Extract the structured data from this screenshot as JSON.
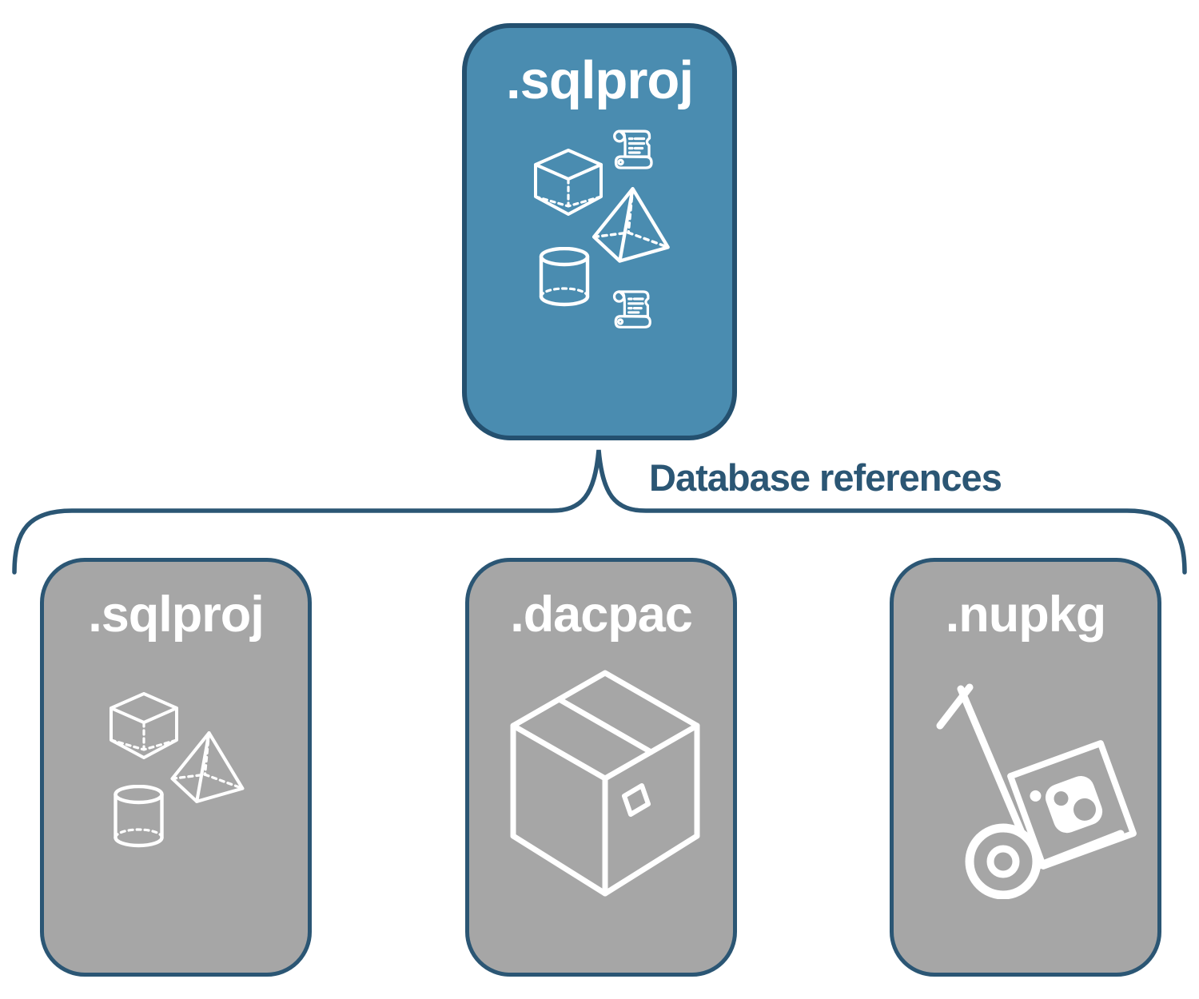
{
  "diagram": {
    "root": {
      "label": ".sqlproj",
      "icons": [
        "scroll-icon",
        "cube-3d-icon",
        "pyramid-3d-icon",
        "cylinder-3d-icon",
        "scroll-icon"
      ]
    },
    "connector": {
      "label": "Database references"
    },
    "children": [
      {
        "label": ".sqlproj",
        "icons": [
          "cube-3d-icon",
          "pyramid-3d-icon",
          "cylinder-3d-icon"
        ]
      },
      {
        "label": ".dacpac",
        "icons": [
          "package-box-icon"
        ]
      },
      {
        "label": ".nupkg",
        "icons": [
          "nuget-hand-truck-icon"
        ]
      }
    ]
  },
  "colors": {
    "root_fill": "#4A8CB0",
    "root_border": "#24506F",
    "child_fill": "#A6A6A6",
    "child_border": "#2B5674",
    "connector_stroke": "#2B5674",
    "label_text": "#FFFFFF",
    "connector_text": "#2B5674",
    "background": "#FFFFFF"
  }
}
